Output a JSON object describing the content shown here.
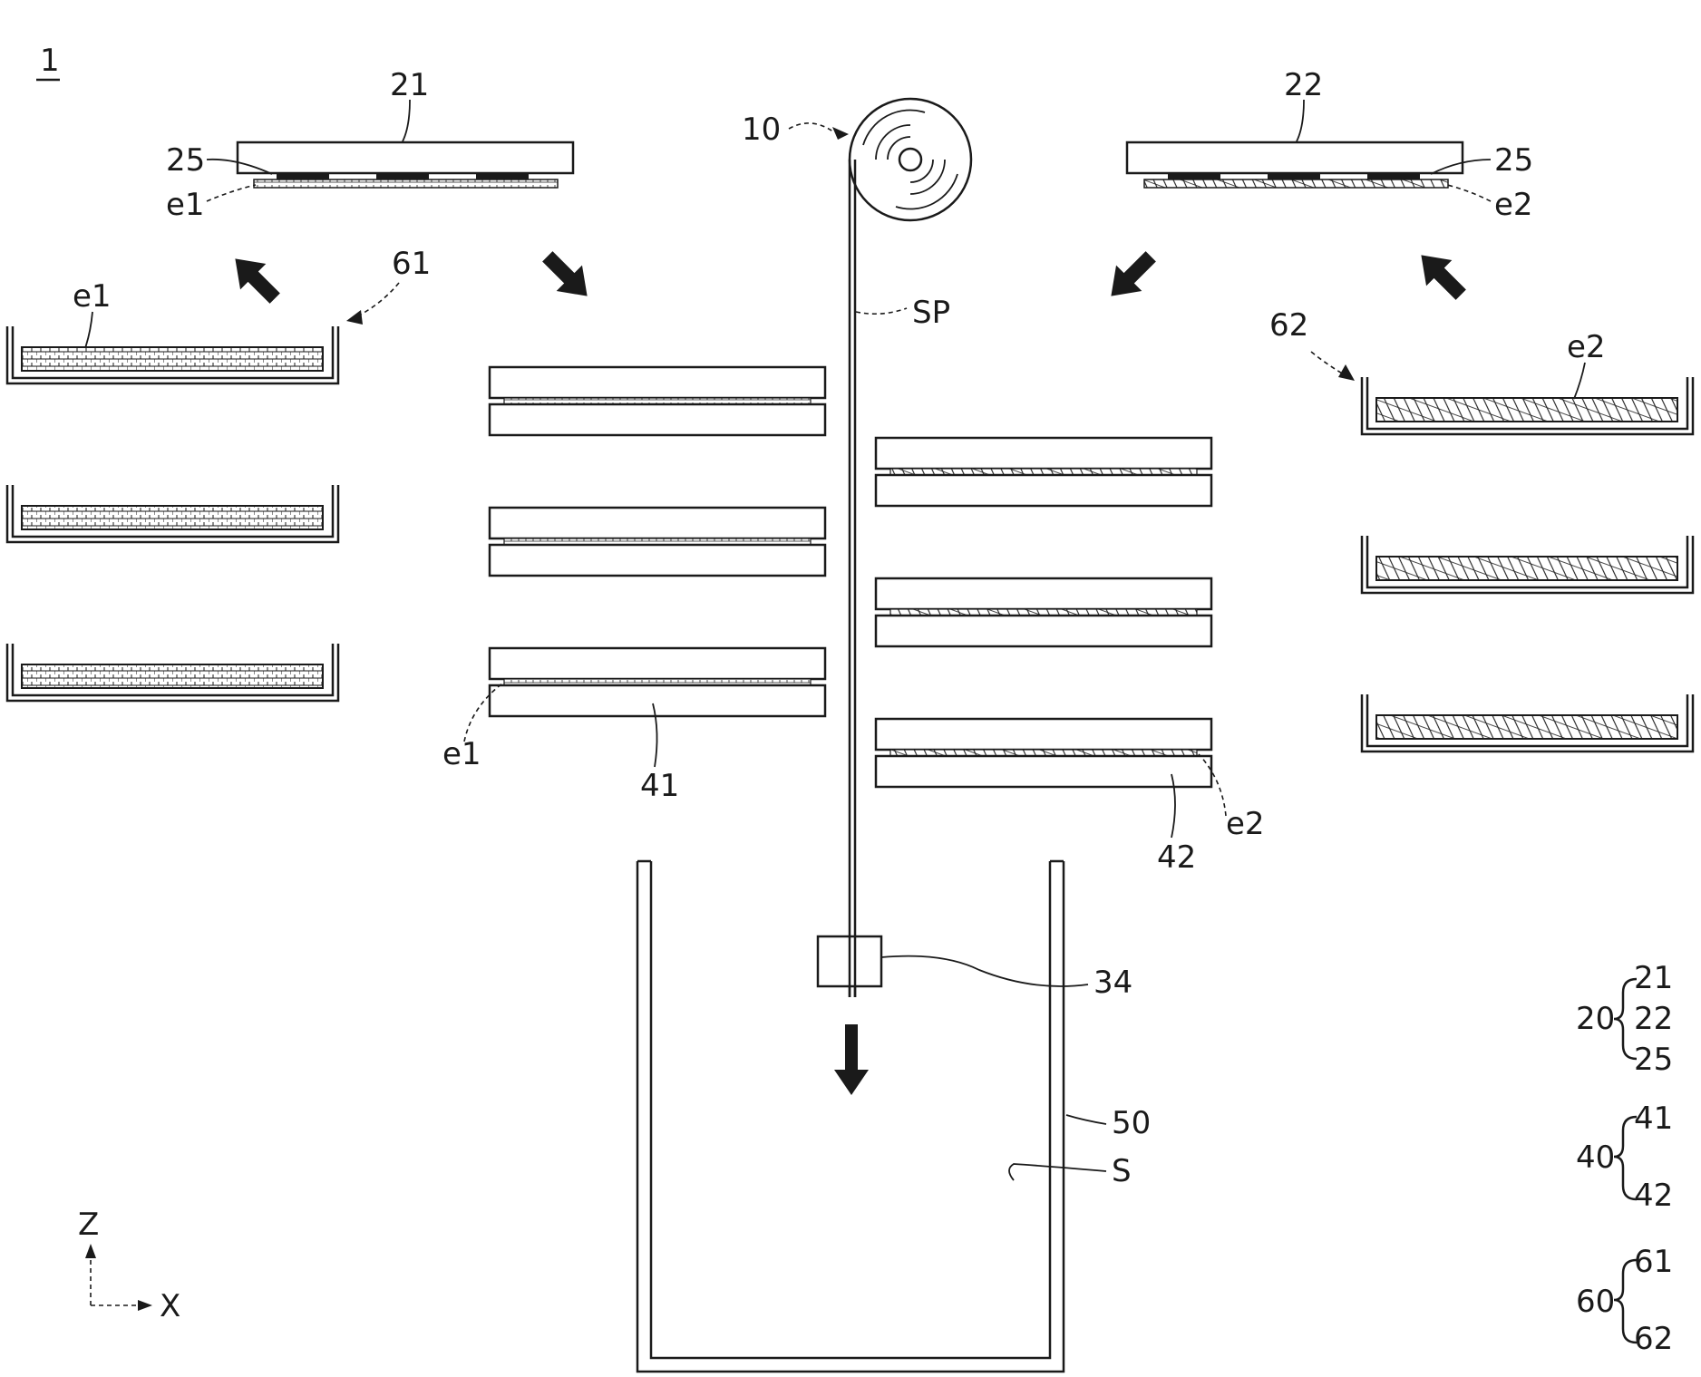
{
  "figure": {
    "ref_main": "1",
    "label_10": "10",
    "label_sp": "SP",
    "label_21": "21",
    "label_22": "22",
    "label_25_left": "25",
    "label_25_right": "25",
    "label_e1_top": "e1",
    "label_e2_top": "e2",
    "label_61": "61",
    "label_62": "62",
    "label_e1_bath": "e1",
    "label_e2_bath": "e2",
    "label_e1_press": "e1",
    "label_41": "41",
    "label_e2_press": "e2",
    "label_42": "42",
    "label_34": "34",
    "label_50": "50",
    "label_s": "S",
    "axis_z": "Z",
    "axis_x": "X",
    "legend": [
      {
        "group": "20",
        "members": [
          "21",
          "22",
          "25"
        ]
      },
      {
        "group": "40",
        "members": [
          "41",
          "42"
        ]
      },
      {
        "group": "60",
        "members": [
          "61",
          "62"
        ]
      }
    ]
  },
  "colors": {
    "ink": "#1a1a1a",
    "background": "#ffffff"
  }
}
